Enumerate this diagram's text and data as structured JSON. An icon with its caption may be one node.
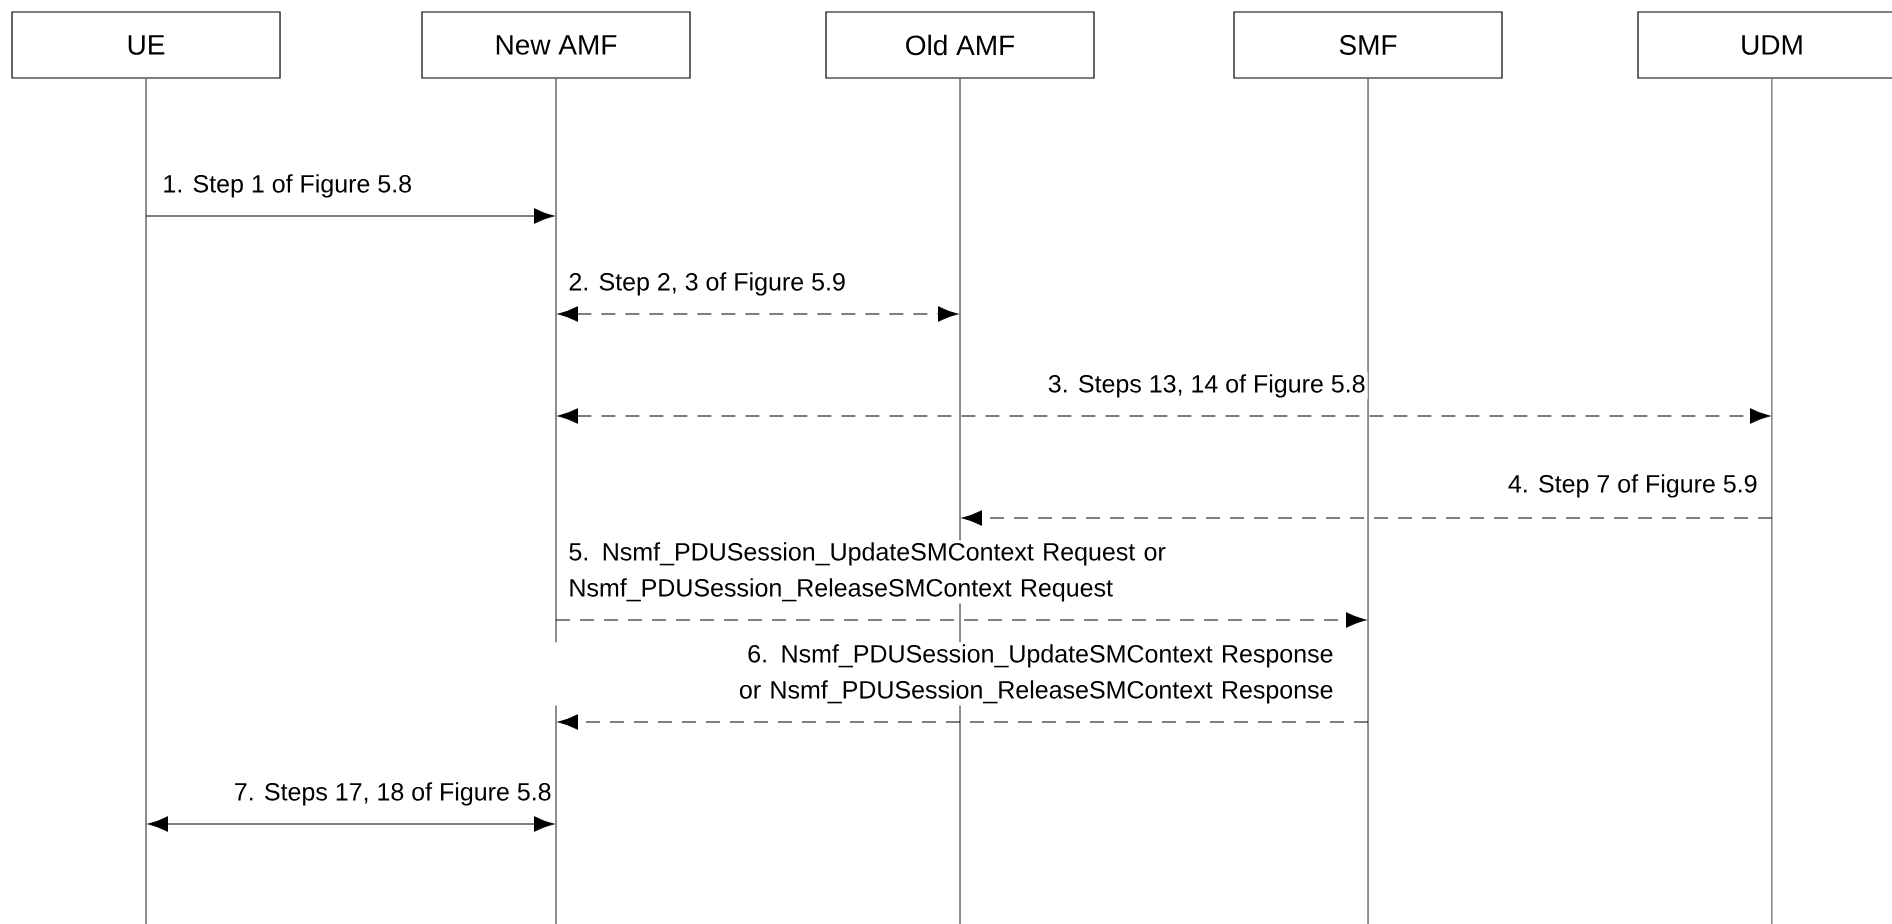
{
  "diagram": {
    "nodes": [
      {
        "text": [
          "UE"
        ]
      },
      {
        "text": [
          "New AMF"
        ]
      },
      {
        "text": [
          "Old AMF"
        ]
      },
      {
        "text": [
          "SMF"
        ]
      },
      {
        "text": [
          "UDM"
        ]
      },
      {
        "text": [],
        "shape": "line"
      },
      {
        "text": [],
        "shape": "line"
      },
      {
        "text": [],
        "shape": "line"
      },
      {
        "text": [],
        "shape": "line"
      },
      {
        "text": [],
        "shape": "line"
      }
    ],
    "edges": [
      {
        "from": 5,
        "to": 6,
        "arrow": "to",
        "label": "1. Step 1 of Figure 5.8"
      },
      {
        "from": 6,
        "to": 7,
        "arrow": "both",
        "style": "dashed",
        "label": "2. Step 2, 3 of Figure 5.9"
      },
      {
        "from": 6,
        "to": 9,
        "arrow": "both",
        "style": "dashed",
        "label": "3. Steps 13, 14 of Figure 5.8"
      },
      {
        "from": 9,
        "to": 7,
        "arrow": "to",
        "style": "dashed",
        "label": "4. Step 7 of Figure 5.9"
      },
      {
        "from": 6,
        "to": 8,
        "arrow": "to",
        "style": "dashed",
        "label": "5. Nsmf_PDUSession_UpdateSMContext Request or Nsmf_PDUSession_ReleaseSMContext Request"
      },
      {
        "from": 8,
        "to": 6,
        "arrow": "to",
        "style": "dashed",
        "label": "6. Nsmf_PDUSession_UpdateSMContext Response or Nsmf_PDUSession_ReleaseSMContext Response"
      },
      {
        "from": 5,
        "to": 6,
        "arrow": "both",
        "label": "7. Steps 17, 18 of Figure 5.8"
      }
    ]
  }
}
